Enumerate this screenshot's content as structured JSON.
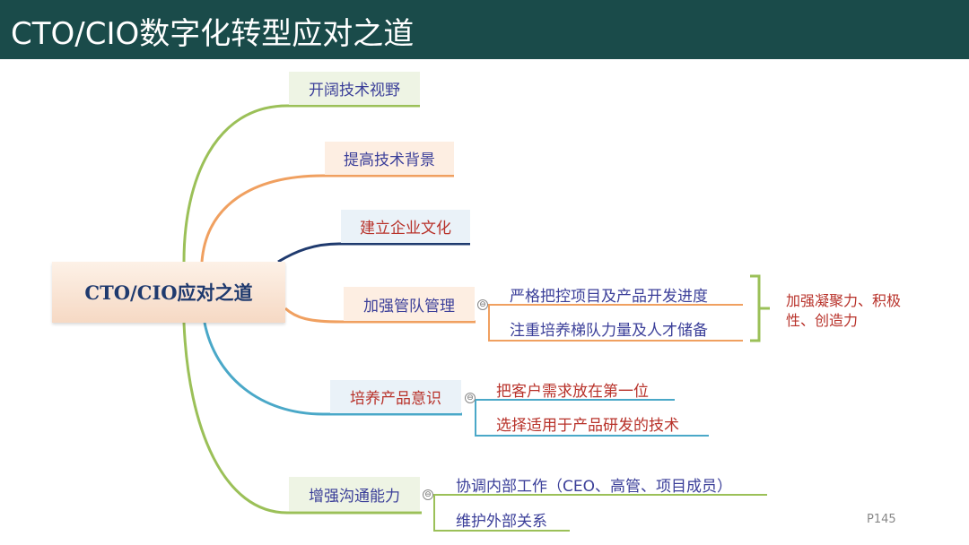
{
  "title": "CTO/CIO数字化转型应对之道",
  "central": "CTO/CIO应对之道",
  "branches": [
    {
      "label": "开阔技术视野"
    },
    {
      "label": "提高技术背景"
    },
    {
      "label": "建立企业文化"
    },
    {
      "label": "加强管队管理",
      "children": [
        "严格把控项目及产品开发进度",
        "注重培养梯队力量及人才储备"
      ],
      "summary": "加强凝聚力、积极性、创造力"
    },
    {
      "label": "培养产品意识",
      "children": [
        "把客户需求放在第一位",
        "选择适用于产品研发的技术"
      ]
    },
    {
      "label": "增强沟通能力",
      "children": [
        "协调内部工作（CEO、高管、项目成员）",
        "维护外部关系"
      ]
    }
  ],
  "collapse_symbol": "⊖",
  "page_number": "P145",
  "colors": {
    "header": "#1a4b4a",
    "green": "#9bc058",
    "orange": "#f0a060",
    "navy": "#1f3a6e",
    "teal": "#4aa8c8",
    "bracket": "#9bc058"
  }
}
